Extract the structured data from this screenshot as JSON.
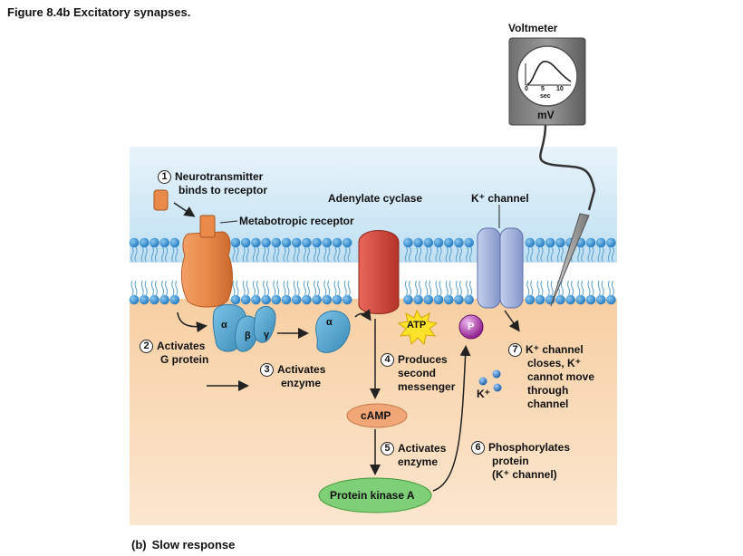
{
  "figure_title": "Figure 8.4b  Excitatory synapses.",
  "caption": {
    "tag": "(b)",
    "text": "Slow response"
  },
  "voltmeter": {
    "title": "Voltmeter",
    "unit": "mV",
    "axis_label": "sec",
    "ticks": [
      "0",
      "5",
      "10"
    ]
  },
  "labels": {
    "metabotropic_receptor": "Metabotropic receptor",
    "adenylate_cyclase": "Adenylate cyclase",
    "k_channel": "K⁺ channel",
    "atp": "ATP",
    "camp": "cAMP",
    "pka": "Protein kinase A",
    "phosphate": "P",
    "k_ion": "K⁺",
    "alpha": "α",
    "beta": "β",
    "gamma": "γ"
  },
  "steps": [
    {
      "num": "1",
      "line1": "Neurotransmitter",
      "line2": "binds to receptor"
    },
    {
      "num": "2",
      "line1": "Activates",
      "line2": "G protein"
    },
    {
      "num": "3",
      "line1": "Activates",
      "line2": "enzyme"
    },
    {
      "num": "4",
      "line1": "Produces",
      "line2": "second",
      "line3": "messenger"
    },
    {
      "num": "5",
      "line1": "Activates",
      "line2": "enzyme"
    },
    {
      "num": "6",
      "line1": "Phosphorylates",
      "line2": "protein",
      "line3": "(K⁺ channel)"
    },
    {
      "num": "7",
      "line1": "K⁺ channel",
      "line2": "closes, K⁺",
      "line3": "cannot move",
      "line4": "through",
      "line5": "channel"
    }
  ],
  "colors": {
    "extracellular": "#cfe6f4",
    "cytoplasm": "#f6c89a",
    "lipid_head": "#2e8fd4",
    "receptor": "#e9894a",
    "g_protein": "#4aa3cf",
    "adenylate_cyclase": "#d8453a",
    "k_channel": "#9fb2dd",
    "camp": "#f0a676",
    "pka": "#7fcf78",
    "atp": "#ffe22a",
    "phosphate": "#b63cb6"
  }
}
